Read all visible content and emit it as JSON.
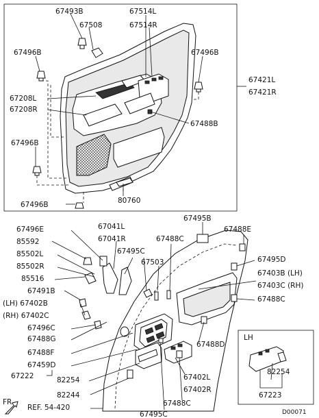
{
  "diagram_code": "D00071",
  "fr_label": "FR",
  "lh_label": "LH",
  "ref": "REF. 54-420",
  "labels": {
    "p67493B": "67493B",
    "p67514L": "67514L",
    "p67508": "67508",
    "p67514R": "67514R",
    "p67496B_a": "67496B",
    "p67496B_b": "67496B",
    "p67496B_c": "67496B",
    "p67496B_d": "67496B",
    "p67421L": "67421L",
    "p67421R": "67421R",
    "p67208L": "67208L",
    "p67208R": "67208R",
    "p67488B": "67488B",
    "p80760": "80760",
    "p67495B": "67495B",
    "p67488E": "67488E",
    "p67496E": "67496E",
    "p67041L": "67041L",
    "p67041R": "67041R",
    "p85592": "85592",
    "p67488C_a": "67488C",
    "p67495C_a": "67495C",
    "p85502L": "85502L",
    "p67503": "67503",
    "p67495D": "67495D",
    "p85502R": "85502R",
    "p85516": "85516",
    "p67403B": "67403B (LH)",
    "p67403C": "67403C (RH)",
    "p67491B": "67491B",
    "p67402B": "(LH) 67402B",
    "p67488C_b": "67488C",
    "p67402C": "(RH) 67402C",
    "p67496C": "67496C",
    "p67488G": "67488G",
    "p67488D": "67488D",
    "p67488F": "67488F",
    "p67459D": "67459D",
    "p67222": "67222",
    "p82254_a": "82254",
    "p67402L": "67402L",
    "p82244": "82244",
    "p67402R": "67402R",
    "p67488C_c": "67488C",
    "p67495C_b": "67495C",
    "p82254_b": "82254",
    "p67223": "67223"
  }
}
